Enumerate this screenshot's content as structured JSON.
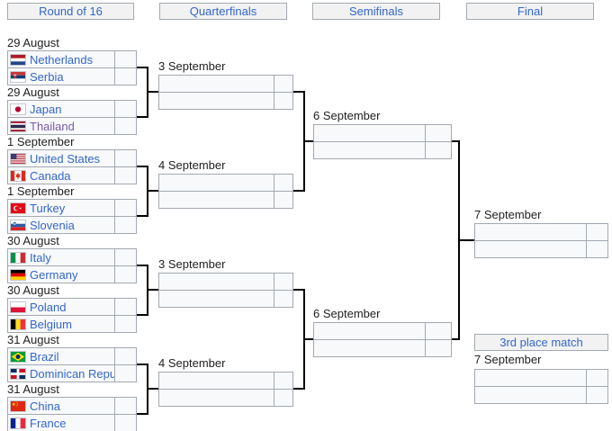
{
  "headers": {
    "round_of_16": "Round of 16",
    "quarterfinals": "Quarterfinals",
    "semifinals": "Semifinals",
    "final": "Final",
    "third_place": "3rd place match"
  },
  "colors": {
    "link_blue": "#3366cc",
    "visited_link_purple": "#795cb2",
    "cell_background": "#f8f9fa",
    "header_background": "#f2f2f2",
    "cell_border": "#a2a9b1",
    "connector_line": "#000000"
  },
  "round_of_16": {
    "matches": [
      {
        "date": "29 August",
        "teams": [
          {
            "name": "Netherlands",
            "flag": "netherlands",
            "score": ""
          },
          {
            "name": "Serbia",
            "flag": "serbia",
            "score": ""
          }
        ]
      },
      {
        "date": "29 August",
        "teams": [
          {
            "name": "Japan",
            "flag": "japan",
            "score": ""
          },
          {
            "name": "Thailand",
            "flag": "thailand",
            "score": ""
          }
        ]
      },
      {
        "date": "1 September",
        "teams": [
          {
            "name": "United States",
            "flag": "united-states",
            "score": ""
          },
          {
            "name": "Canada",
            "flag": "canada",
            "score": ""
          }
        ]
      },
      {
        "date": "1 September",
        "teams": [
          {
            "name": "Turkey",
            "flag": "turkey",
            "score": ""
          },
          {
            "name": "Slovenia",
            "flag": "slovenia",
            "score": ""
          }
        ]
      },
      {
        "date": "30 August",
        "teams": [
          {
            "name": "Italy",
            "flag": "italy",
            "score": ""
          },
          {
            "name": "Germany",
            "flag": "germany",
            "score": ""
          }
        ]
      },
      {
        "date": "30 August",
        "teams": [
          {
            "name": "Poland",
            "flag": "poland",
            "score": ""
          },
          {
            "name": "Belgium",
            "flag": "belgium",
            "score": ""
          }
        ]
      },
      {
        "date": "31 August",
        "teams": [
          {
            "name": "Brazil",
            "flag": "brazil",
            "score": ""
          },
          {
            "name": "Dominican Republic",
            "flag": "dominican-republic",
            "score": ""
          }
        ]
      },
      {
        "date": "31 August",
        "teams": [
          {
            "name": "China",
            "flag": "china",
            "score": ""
          },
          {
            "name": "France",
            "flag": "france",
            "score": ""
          }
        ]
      }
    ]
  },
  "quarterfinals": {
    "matches": [
      {
        "date": "3 September"
      },
      {
        "date": "4 September"
      },
      {
        "date": "3 September"
      },
      {
        "date": "4 September"
      }
    ]
  },
  "semifinals": {
    "matches": [
      {
        "date": "6 September"
      },
      {
        "date": "6 September"
      }
    ]
  },
  "final": {
    "date": "7 September"
  },
  "third_place": {
    "date": "7 September"
  }
}
